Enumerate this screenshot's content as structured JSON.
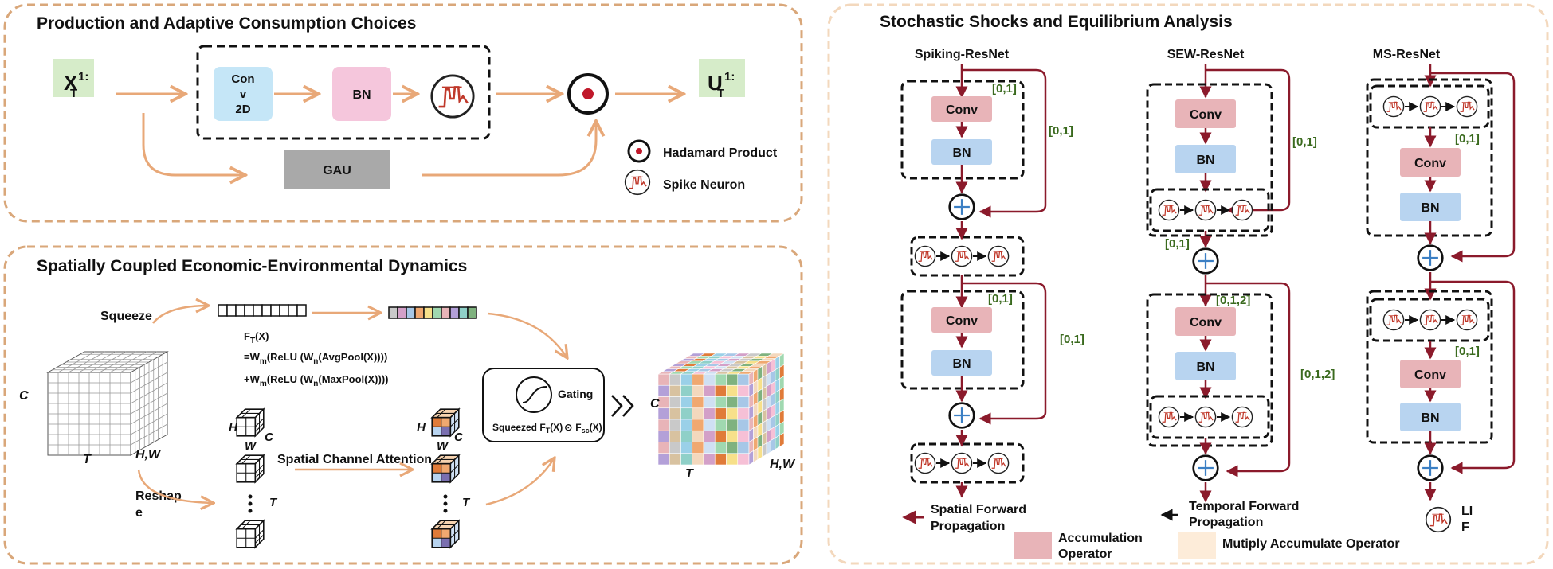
{
  "colors": {
    "panel_border": "#d9a77a",
    "right_panel_border": "#f3d8bd",
    "flow_arrow": "#e8a878",
    "residual_arrow": "#8b1a2b",
    "conv_fill": "#e8b4b8",
    "bn_fill": "#b8d4f0",
    "input_fill": "#d6ecc9",
    "gau_fill": "#a9a9a9",
    "conv2d_fill": "#c5e6f7",
    "bn_top_fill": "#f5c6dc",
    "green_text": "#3a6a1e",
    "mac_fill": "#fdecd9"
  },
  "panel_a": {
    "title": "Production and Adaptive Consumption Choices",
    "input": {
      "main": "X",
      "sup": "1:",
      "sub": "T"
    },
    "conv2d": [
      "Con",
      "v",
      "2D"
    ],
    "bn": "BN",
    "gau": "GAU",
    "output": {
      "main": "U",
      "sup": "1:",
      "sub": "T"
    },
    "legend": {
      "hadamard": "Hadamard Product",
      "spike": "Spike Neuron"
    }
  },
  "panel_b": {
    "title": "Spatially Coupled Economic-Environmental Dynamics",
    "squeeze": "Squeeze",
    "reshape": [
      "Reshap",
      "e"
    ],
    "formula": {
      "f": "F",
      "f_sub": "T",
      "f_arg": "(X)",
      "l1_a": "=W",
      "l1_sub1": "m",
      "l1_b": "(ReLU (W",
      "l1_sub2": "n",
      "l1_c": "(AvgPool(X))))",
      "l2_a": "+W",
      "l2_sub1": "m",
      "l2_b": "(ReLU (W",
      "l2_sub2": "n",
      "l2_c": "(MaxPool(X))))"
    },
    "axes": {
      "c": "C",
      "t": "T",
      "hw": "H,W",
      "h": "H",
      "w": "W"
    },
    "spatial_channel_attention": "Spatial Channel Attention",
    "gating": "Gating",
    "squeezed": {
      "a": "Squeezed F",
      "a_sub": "T",
      "b": "(X)",
      "op": "⊙",
      "c": "F",
      "c_sub": "sc",
      "d": "(X)"
    }
  },
  "panel_c": {
    "title": "Stochastic Shocks and Equilibrium Analysis",
    "columns": {
      "spiking": "Spiking-ResNet",
      "sew": "SEW-ResNet",
      "ms": "MS-ResNet"
    },
    "conv": "Conv",
    "bn": "BN",
    "ranges": {
      "r01": "[0,1]",
      "r012": "[0,1,2]"
    },
    "legend": {
      "spatial": [
        "Spatial Forward",
        "Propagation"
      ],
      "temporal": [
        "Temporal  Forward",
        "Propagation"
      ],
      "acc": [
        "Accumulation",
        "Operator"
      ],
      "mac": "Mutiply Accumulate Operator",
      "lif": [
        "LI",
        "F"
      ]
    }
  }
}
